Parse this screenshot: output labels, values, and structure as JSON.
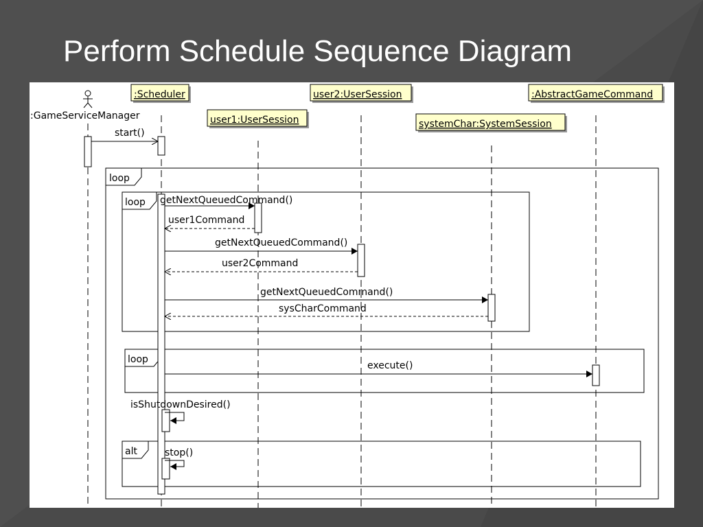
{
  "slide": {
    "title": "Perform Schedule Sequence Diagram"
  },
  "colors": {
    "background": "#4a4a4a",
    "panel": "#ffffff",
    "lifeline_box": "#ffffcc"
  },
  "diagram": {
    "actor": ":GameServiceManager",
    "participants": {
      "scheduler": ":Scheduler",
      "user1": "user1:UserSession",
      "user2": "user2:UserSession",
      "system": "systemChar:SystemSession",
      "command": ":AbstractGameCommand"
    },
    "fragments": {
      "outer_loop": "loop",
      "inner_loop": "loop",
      "execute_loop": "loop",
      "alt": "alt"
    },
    "messages": {
      "start": "start()",
      "get1": "getNextQueuedCommand()",
      "ret1": "user1Command",
      "get2": "getNextQueuedCommand()",
      "ret2": "user2Command",
      "get3": "getNextQueuedCommand()",
      "ret3": "sysCharCommand",
      "execute": "execute()",
      "shutdown": "isShutdownDesired()",
      "stop": "stop()"
    }
  }
}
